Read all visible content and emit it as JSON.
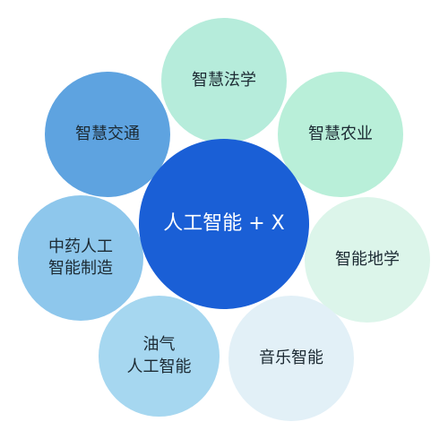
{
  "center": {
    "label": "人工智能 + X",
    "color": "#1a5fd6",
    "text_color": "#ffffff"
  },
  "nodes": [
    {
      "key": "law",
      "label": "智慧法学",
      "color": "#b6ecdb",
      "text_color": "#1c2a33"
    },
    {
      "key": "agri",
      "label": "智慧农业",
      "color": "#b9efd9",
      "text_color": "#1c2a33"
    },
    {
      "key": "geo",
      "label": "智能地学",
      "color": "#dcf5ea",
      "text_color": "#1c2a33"
    },
    {
      "key": "music",
      "label": "音乐智能",
      "color": "#e2f0f7",
      "text_color": "#1c2a33"
    },
    {
      "key": "oil",
      "label": "油气\n人工智能",
      "color": "#a6d7f0",
      "text_color": "#1c2a33"
    },
    {
      "key": "tcm",
      "label": "中药人工\n智能制造",
      "color": "#8ec7ec",
      "text_color": "#1c2a33"
    },
    {
      "key": "traffic",
      "label": "智慧交通",
      "color": "#5ea3e0",
      "text_color": "#1c2a33"
    }
  ]
}
